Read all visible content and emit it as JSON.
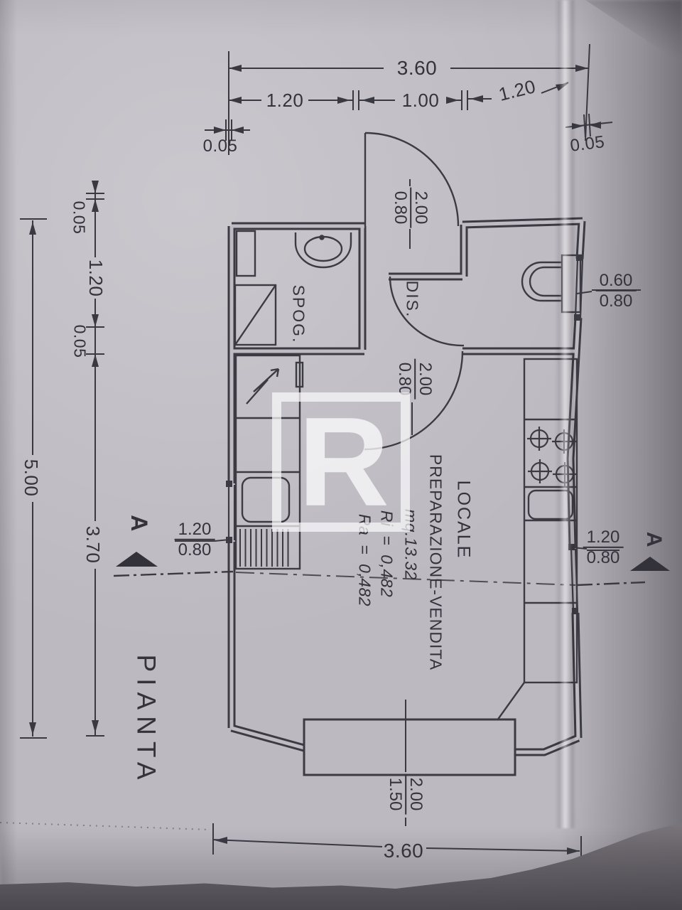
{
  "title": "PIANTA",
  "watermark": {
    "letter": "R"
  },
  "rooms": {
    "spog": "SPOG.",
    "dis": "DIS."
  },
  "locale": {
    "name": "LOCALE",
    "function": "PREPARAZIONE-VENDITA",
    "area": "mq.13.32",
    "ri": "Ri = 0,482",
    "ra": "Ra = 0,482"
  },
  "dims": {
    "top_total": "3.60",
    "top_segments": [
      "1.20",
      "1.00",
      "1.20"
    ],
    "top_offset_left": "0.05",
    "top_offset_right": "0.05",
    "left_offset_top": "0.05",
    "left_seg": "1.20",
    "left_offset_mid": "0.05",
    "left_main": "3.70",
    "left_total": "5.00",
    "entry_door": {
      "h": "2.00",
      "w": "0.80"
    },
    "inner_door": {
      "h": "2.00",
      "w": "0.80"
    },
    "wc_window": {
      "h": "0.60",
      "w": "0.80"
    },
    "left_window": {
      "h": "1.20",
      "w": "0.80"
    },
    "right_window": {
      "h": "1.20",
      "w": "0.80"
    },
    "bay_opening": {
      "h": "2.00",
      "w": "1.50"
    },
    "bottom_total": "3.60"
  },
  "section": {
    "left": "A",
    "right": "A"
  },
  "colors": {
    "ink": "#3c3b43",
    "paper": "#bfbbc3"
  }
}
